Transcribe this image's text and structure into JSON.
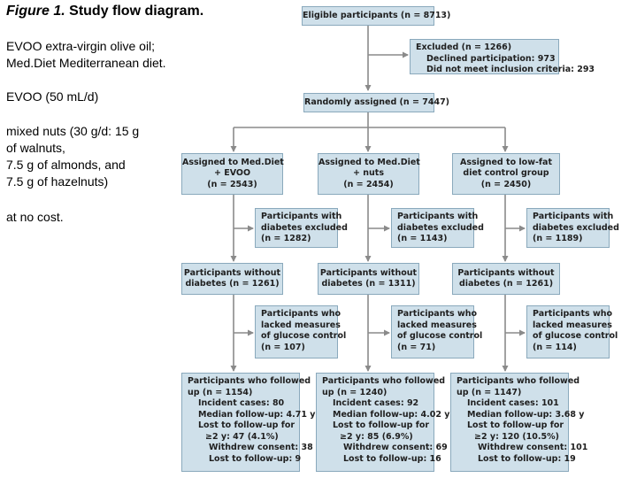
{
  "caption": {
    "label": "Figure 1.",
    "title": "Study flow diagram.",
    "abbreviations": "EVOO  extra-virgin olive oil;\nMed.Diet  Mediterranean diet.",
    "evoo_dose": "EVOO (50 mL/d)",
    "nuts_dose": "mixed nuts (30 g/d: 15 g\nof walnuts,\n7.5 g of almonds, and\n7.5 g of hazelnuts)",
    "cost_note": "at no cost."
  },
  "flow": {
    "eligible": "Eligible participants (n = 8713)",
    "excluded": {
      "title": "Excluded (n = 1266)",
      "declined": "Declined participation: 973",
      "not_meet": "Did not meet inclusion criteria: 293"
    },
    "randomized": "Randomly assigned (n = 7447)",
    "arms": [
      {
        "assigned": [
          "Assigned to Med.Diet",
          "+ EVOO",
          "(n = 2543)"
        ],
        "diab_excluded": [
          "Participants with",
          "diabetes excluded",
          "(n = 1282)"
        ],
        "without_diab": [
          "Participants without",
          "diabetes (n = 1261)"
        ],
        "lacked": [
          "Participants who",
          "lacked measures",
          "of glucose control",
          "(n = 107)"
        ],
        "followed": {
          "title1": "Participants who followed",
          "title2": "up (n = 1154)",
          "incident": "Incident cases: 80",
          "median": "Median follow-up: 4.71 y",
          "lost_hdr": "Lost to follow-up for",
          "lost_val": "≥2 y: 47 (4.1%)",
          "withdrew": "Withdrew consent: 38",
          "lost": "Lost to follow-up: 9"
        }
      },
      {
        "assigned": [
          "Assigned to Med.Diet",
          "+ nuts",
          "(n = 2454)"
        ],
        "diab_excluded": [
          "Participants with",
          "diabetes excluded",
          "(n = 1143)"
        ],
        "without_diab": [
          "Participants without",
          "diabetes (n = 1311)"
        ],
        "lacked": [
          "Participants who",
          "lacked measures",
          "of glucose control",
          "(n = 71)"
        ],
        "followed": {
          "title1": "Participants who followed",
          "title2": "up (n = 1240)",
          "incident": "Incident cases: 92",
          "median": "Median follow-up: 4.02 y",
          "lost_hdr": "Lost to follow-up for",
          "lost_val": "≥2 y: 85 (6.9%)",
          "withdrew": "Withdrew consent: 69",
          "lost": "Lost to follow-up: 16"
        }
      },
      {
        "assigned": [
          "Assigned to low-fat",
          "diet control group",
          "(n = 2450)"
        ],
        "diab_excluded": [
          "Participants with",
          "diabetes excluded",
          "(n = 1189)"
        ],
        "without_diab": [
          "Participants without",
          "diabetes (n = 1261)"
        ],
        "lacked": [
          "Participants who",
          "lacked measures",
          "of glucose control",
          "(n = 114)"
        ],
        "followed": {
          "title1": "Participants who followed",
          "title2": "up (n = 1147)",
          "incident": "Incident cases: 101",
          "median": "Median follow-up: 3.68 y",
          "lost_hdr": "Lost to follow-up for",
          "lost_val": "≥2 y: 120 (10.5%)",
          "withdrew": "Withdrew consent: 101",
          "lost": "Lost to follow-up: 19"
        }
      }
    ]
  },
  "colors": {
    "box_fill": "#cfe0ea",
    "box_border": "#8aa9bc",
    "arrow": "#8a8a8a"
  }
}
